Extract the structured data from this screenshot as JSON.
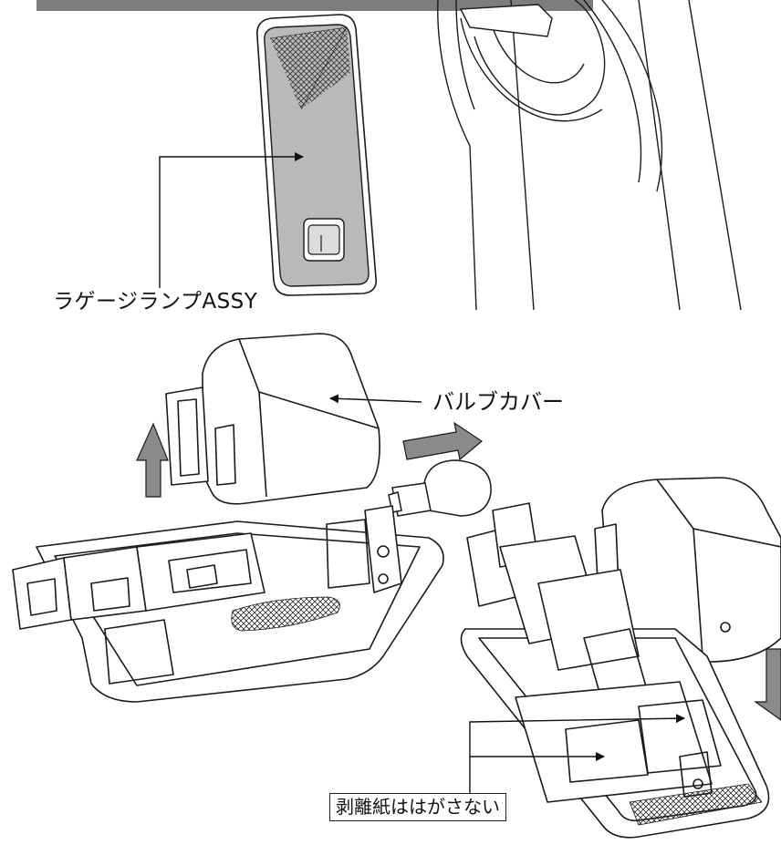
{
  "labels": {
    "luggage_lamp_assy": "ラゲージランプASSY",
    "bulb_cover": "バルブカバー",
    "do_not_peel": "剥離紙ははがさない"
  },
  "colors": {
    "line": "#1a1a1a",
    "lens_fill": "#b9b9b9",
    "arrow_fill": "#8a8a8a",
    "top_bar": "#7d7d7d"
  }
}
